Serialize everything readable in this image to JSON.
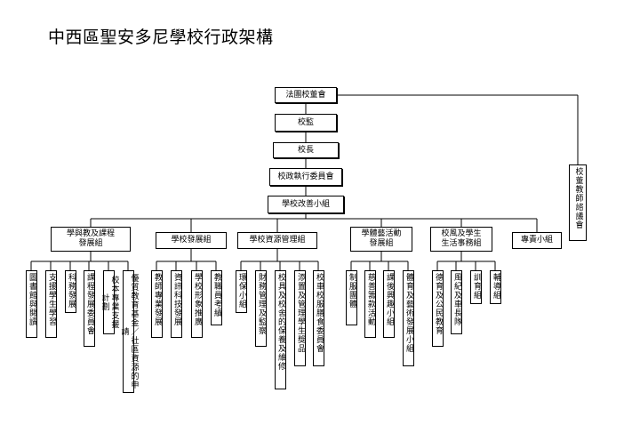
{
  "title": "中西區聖安多尼學校行政架構",
  "top_chain": [
    "法團校董會",
    "校監",
    "校長",
    "校政執行委員會",
    "學校改善小組"
  ],
  "side_council": "校董教師諮議會",
  "groups": [
    {
      "label": "學與教及課程\n發展組",
      "subs": [
        "圖書館與閱讀",
        "支援學生學習",
        "科務發展",
        "課程發展委員會",
        "校本專業支援計劃",
        "優質教育基金／社區資源的申請"
      ]
    },
    {
      "label": "學校發展組",
      "subs": [
        "教師專業發展",
        "資訊科技發展",
        "學校形象推廣",
        "教職員考績"
      ]
    },
    {
      "label": "學校資源管理組",
      "subs": [
        "環保小組",
        "財務管理及監察",
        "校具及校舍的保養及維修",
        "添置及管理學生獎品",
        "校車校服膳食委員會"
      ]
    },
    {
      "label": "學體藝活動\n發展組",
      "subs": [
        "制服團體",
        "慈善籌款活動",
        "課後興趣小組",
        "體育及藝術發展小組"
      ]
    },
    {
      "label": "校風及學生\n生活事務組",
      "subs": [
        "德育及公民教育",
        "風紀及車長隊",
        "訓育組",
        "輔導組"
      ]
    },
    {
      "label": "專責小組",
      "subs": []
    }
  ]
}
